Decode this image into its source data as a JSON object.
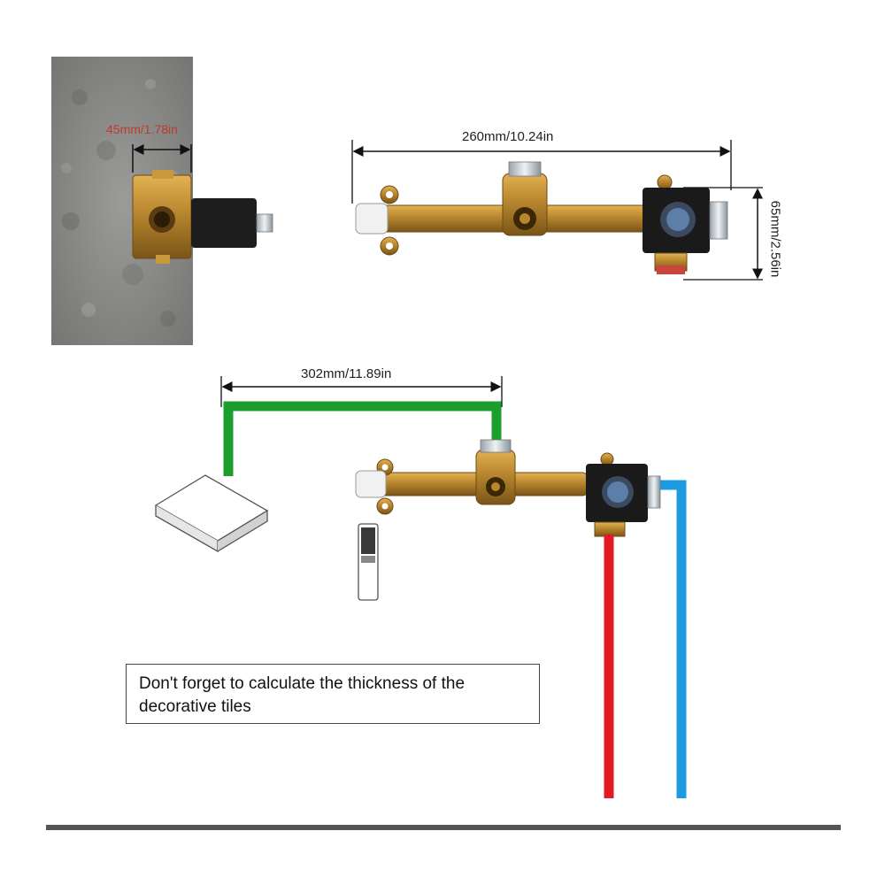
{
  "dimensions": {
    "wall_depth": "45mm/1.78in",
    "body_length": "260mm/10.24in",
    "body_height": "65mm/2.56in",
    "pipe_span": "302mm/11.89in"
  },
  "note": "Don't forget to calculate the thickness of the decorative tiles",
  "colors": {
    "brass": "#b8862e",
    "hot_pipe": "#e01b24",
    "cold_pipe": "#1e9be0",
    "shower_pipe": "#1b9e2e",
    "concrete": "#8a8a88"
  },
  "icons": [
    "brass-valve-body",
    "thermostatic-cartridge",
    "shower-head",
    "hand-shower",
    "hot-water-pipe",
    "cold-water-pipe"
  ]
}
